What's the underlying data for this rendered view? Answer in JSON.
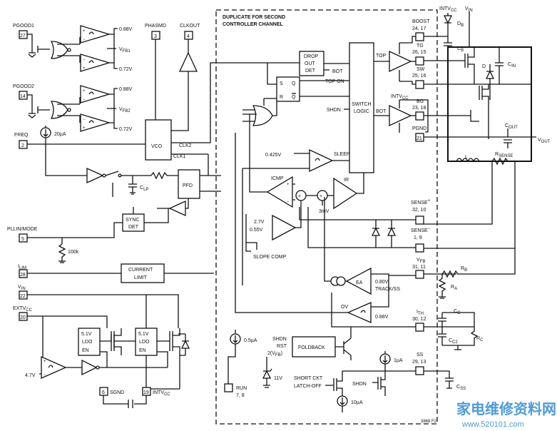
{
  "duplicate_note": [
    "DUPLICATE FOR SECOND",
    "CONTROLLER CHANNEL"
  ],
  "pins": {
    "pgood1": {
      "label": "PGOOD1",
      "num": "27"
    },
    "pgood2": {
      "label": "PGOOD2",
      "num": "14"
    },
    "phasmd": {
      "label": "PHASMD",
      "num": "3"
    },
    "clkout": {
      "label": "CLKOUT",
      "num": "4"
    },
    "freq": {
      "label": "FREQ",
      "num": "2"
    },
    "pllin": {
      "label": "PLLIN/MODE",
      "num": "5"
    },
    "ilim": {
      "label": "I",
      "sub": "LIM",
      "num": "28"
    },
    "vin": {
      "label": "V",
      "sub": "IN",
      "num": "22"
    },
    "extvcc": {
      "label": "EXTV",
      "sub": "CC",
      "num": "20"
    },
    "sgnd": {
      "label": "SGND",
      "num": "6"
    },
    "intvcc_pin": {
      "label": "INTV",
      "sub": "CC",
      "num": "19"
    },
    "run": {
      "label": "RUN",
      "num": "7, 8"
    },
    "boost": {
      "label": "BOOST",
      "num": "24, 17"
    },
    "tg": {
      "label": "TG",
      "num": "26, 15"
    },
    "sw": {
      "label": "SW",
      "num": "25, 16"
    },
    "bg": {
      "label": "BG",
      "num": "23, 18"
    },
    "pgnd": {
      "label": "PGND",
      "num": "21"
    },
    "senseplus": {
      "label": "SENSE",
      "sup": "+",
      "num": "32, 10"
    },
    "senseminus": {
      "label": "SENSE",
      "sup": "−",
      "num": "1, 9"
    },
    "vfb": {
      "label": "V",
      "sub": "FB",
      "num": "31, 11"
    },
    "ith": {
      "label": "I",
      "sub": "TH",
      "num": "30, 12"
    },
    "ss": {
      "label": "SS",
      "num": "29, 13"
    }
  },
  "blocks": {
    "vco": "VCO",
    "pfd": "PFD",
    "sync_det": [
      "SYNC",
      "DET"
    ],
    "current_limit": [
      "CURRENT",
      "LIMIT"
    ],
    "ldo1": [
      "5.1V",
      "LDO",
      "EN"
    ],
    "ldo2": [
      "5.1V",
      "LDO",
      "EN"
    ],
    "dropout": [
      "DROP",
      "OUT",
      "DET"
    ],
    "switch_logic": [
      "SWITCH",
      "LOGIC"
    ],
    "foldback": "FOLDBACK",
    "ea": "EA",
    "ov": "OV",
    "icmp": "ICMP",
    "ir": "IR",
    "sleep": "SLEEP",
    "slope_comp": "SLOPE COMP",
    "short_ckt": [
      "SHORT CKT",
      "LATCH-OFF"
    ]
  },
  "labels": {
    "v088_1": "0.88V",
    "v072_1": "0.72V",
    "v088_2": "0.88V",
    "v072_2": "0.72V",
    "vfb1": {
      "main": "V",
      "sub": "FB1"
    },
    "vfb2": {
      "main": "V",
      "sub": "FB2"
    },
    "src_20ua": "20µA",
    "clk2": "CLK2",
    "clk1": "CLK1",
    "clp": {
      "main": "C",
      "sub": "LP"
    },
    "r100k": "100k",
    "v47": "4.7V",
    "v0425": "0.425V",
    "slope_v1": "2.7V",
    "slope_v2": "0.55V",
    "v3mv": "3mV",
    "v080": "0.80V",
    "track_ss": "TRACK/SS",
    "v088_ov": "0.88V",
    "src_05ua": "0.5µA",
    "shdn_fb": "SHDN",
    "rst": "RST",
    "vfb_2x": "2(V",
    "vfb_2x_sub": "FB",
    "vfb_2x_end": ")",
    "v11": "11V",
    "src_1ua": "1µA",
    "src_10ua": "10µA",
    "shdn_ss": "SHDN",
    "shdn_sw": "SHDN",
    "top": "TOP",
    "bot": "BOT",
    "bot_drop": "BOT",
    "top_on": "TOP ON",
    "latch_s": "S",
    "latch_r": "R",
    "latch_q": "Q",
    "latch_qb": "Q",
    "intvcc_bg": {
      "main": "INTV",
      "sub": "CC"
    },
    "intvcc_top": {
      "main": "INTV",
      "sub": "CC"
    },
    "vin_top": {
      "main": "V",
      "sub": "IN"
    },
    "db": {
      "main": "D",
      "sub": "B"
    },
    "cb": {
      "main": "C",
      "sub": "B"
    },
    "d": "D",
    "cin": {
      "main": "C",
      "sub": "IN"
    },
    "cout": {
      "main": "C",
      "sub": "OUT"
    },
    "vout": {
      "main": "V",
      "sub": "OUT"
    },
    "l": "L",
    "rsense": {
      "main": "R",
      "sub": "SENSE"
    },
    "rb": {
      "main": "R",
      "sub": "B"
    },
    "ra": {
      "main": "R",
      "sub": "A"
    },
    "cc": {
      "main": "C",
      "sub": "C"
    },
    "cc2": {
      "main": "C",
      "sub": "C2"
    },
    "rc": {
      "main": "R",
      "sub": "C"
    },
    "css": {
      "main": "C",
      "sub": "SS"
    },
    "fig_id": "3868 F2"
  },
  "watermark": {
    "cn": "家电维修资料网",
    "url": "www.520101.com"
  }
}
